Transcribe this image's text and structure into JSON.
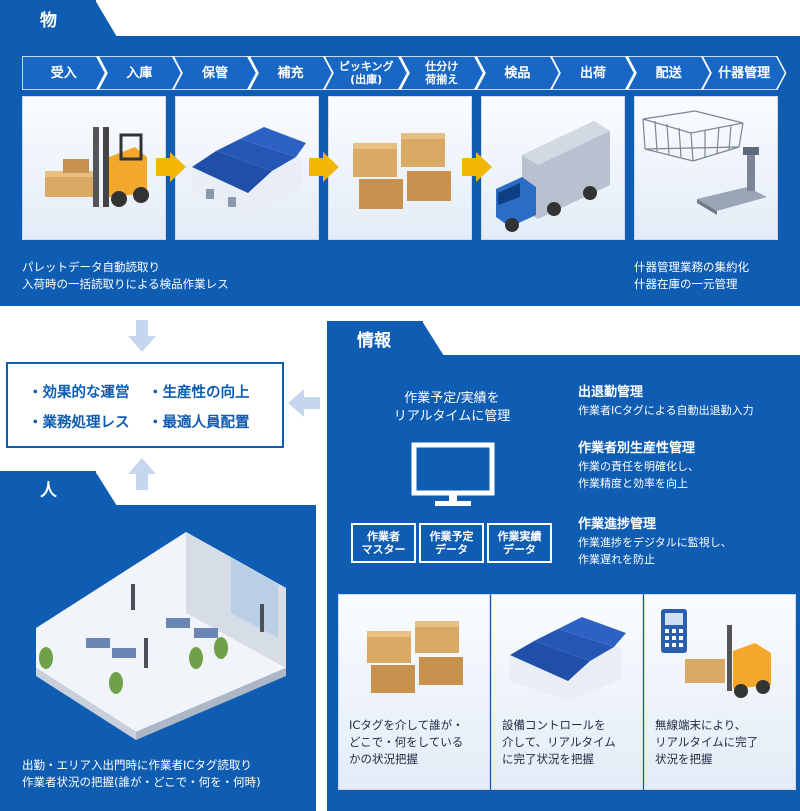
{
  "top": {
    "tab": "物",
    "steps": [
      "受入",
      "入庫",
      "保管",
      "補充",
      "ピッキング\n(出庫)",
      "仕分け\n荷揃え",
      "検品",
      "出荷",
      "配送",
      "什器管理"
    ],
    "note_left": [
      "パレットデータ自動読取り",
      "入荷時の一括読取りによる検品作業レス"
    ],
    "note_right": [
      "什器管理業務の集約化",
      "什器在庫の一元管理"
    ]
  },
  "benefits": [
    "・効果的な運営",
    "・生産性の向上",
    "・業務処理レス",
    "・最適人員配置"
  ],
  "person": {
    "tab": "人",
    "note": [
      "出勤・エリア入出門時に作業者ICタグ読取り",
      "作業者状況の把握(誰が・どこで・何を・何時)"
    ]
  },
  "info": {
    "tab": "情報",
    "monitor_caption": [
      "作業予定/実績を",
      "リアルタイムに管理"
    ],
    "keys": [
      {
        "line1": "作業者",
        "line2": "マスター"
      },
      {
        "line1": "作業予定",
        "line2": "データ"
      },
      {
        "line1": "作業実績",
        "line2": "データ"
      }
    ],
    "features": [
      {
        "title": "出退勤管理",
        "lines": [
          "作業者ICタグによる自動出退勤入力"
        ]
      },
      {
        "title": "作業者別生産性管理",
        "lines": [
          "作業の責任を明確化し、",
          "作業精度と効率を向上"
        ]
      },
      {
        "title": "作業進捗管理",
        "lines": [
          "作業進捗をデジタルに監視し、",
          "作業遅れを防止"
        ]
      }
    ],
    "cards": [
      [
        "ICタグを介して誰が・",
        "どこで・何をしている",
        "かの状況把握"
      ],
      [
        "設備コントロールを",
        "介して、リアルタイム",
        "に完了状況を把握"
      ],
      [
        "無線端末により、",
        "リアルタイムに完了",
        "状況を把握"
      ]
    ]
  },
  "colors": {
    "brand": "#0f5cb3",
    "arrow": "#f2b705",
    "light_arrow": "#c6d6ee"
  }
}
